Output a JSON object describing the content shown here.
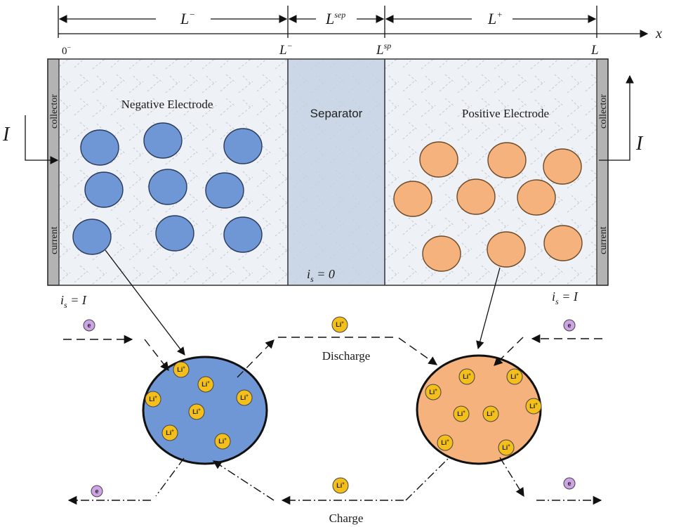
{
  "dimensions": {
    "neg_label": "L",
    "neg_sup": "−",
    "sep_label": "L",
    "sep_sup": "sep",
    "pos_label": "L",
    "pos_sup": "+",
    "x_axis": "x"
  },
  "ticks": {
    "origin": "0",
    "origin_sup": "−",
    "neg_end": "L",
    "neg_end_sup": "−",
    "sep_end": "L",
    "sep_end_sup": "sp",
    "end": "L"
  },
  "regions": {
    "negative": "Negative Electrode",
    "separator": "Separator",
    "positive": "Positive Electrode"
  },
  "collectors": {
    "word1": "current",
    "word2": "collector"
  },
  "current": {
    "symbol": "I",
    "left_is": "i",
    "left_is_sub": "s",
    "left_eq": " = I",
    "sep_is": "i",
    "sep_is_sub": "s",
    "sep_eq": " = 0",
    "right_is": "i",
    "right_is_sub": "s",
    "right_eq": " = I"
  },
  "processes": {
    "discharge": "Discharge",
    "charge": "Charge"
  },
  "particles": {
    "lithium": "Li",
    "lithium_sup": "+",
    "electron": "e"
  },
  "colors": {
    "negative_particle": "#6f97d6",
    "positive_particle": "#f6b27d",
    "separator_fill": "#cbd7e6",
    "electrode_fill": "#eef2f7",
    "collector_fill": "#b3b3b3",
    "lithium_ion": "#f4bf1b",
    "electron": "#cfa4e6"
  }
}
